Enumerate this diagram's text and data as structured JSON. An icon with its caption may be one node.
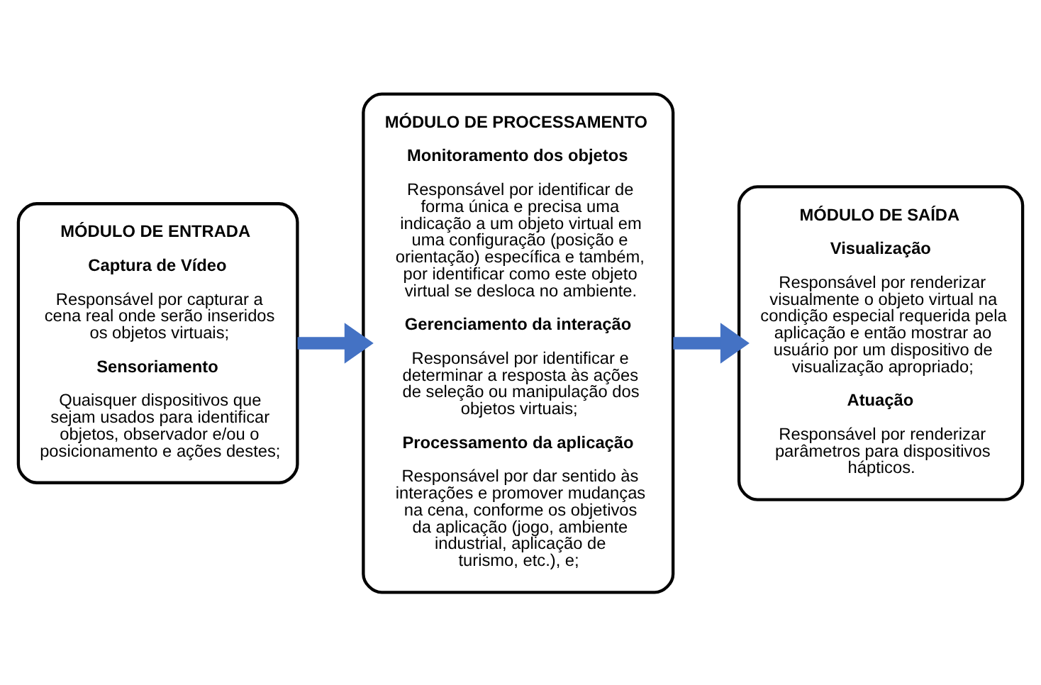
{
  "diagram": {
    "nodes": [
      {
        "text": [
          "MÓDULO DE ENTRADA",
          "Captura de Vídeo",
          "Responsável por capturar a cena real onde serão inseridos os objetos virtuais;",
          "Sensoriamento",
          "Quaisquer dispositivos que sejam usados para identificar objetos, observador e/ou o posicionamento e ações destes;"
        ]
      },
      {
        "text": [
          "MÓDULO DE PROCESSAMENTO",
          "Monitoramento dos objetos",
          "Responsável por identificar de forma única e precisa uma indicação a um objeto virtual em uma configuração (posição e orientação) específica e também, por identificar como este objeto virtual se desloca no ambiente.",
          "Gerenciamento da interação",
          "Responsável por identificar e determinar a resposta às ações de seleção ou manipulação dos objetos virtuais;",
          "Processamento da aplicação",
          "Responsável por dar sentido às interações e promover mudanças na cena, conforme os objetivos da aplicação (jogo, ambiente industrial, aplicação de turismo, etc.), e;"
        ]
      },
      {
        "text": [
          "MÓDULO DE SAÍDA",
          "Visualização",
          "Responsável por renderizar visualmente o objeto virtual na condição especial requerida pela aplicação e então mostrar ao usuário por um dispositivo de visualização apropriado;",
          "Atuação",
          "Responsável por renderizar parâmetros para dispositivos hápticos."
        ]
      }
    ],
    "edges": [
      {
        "from": 0,
        "to": 1,
        "arrow": "to"
      },
      {
        "from": 1,
        "to": 2,
        "arrow": "to"
      }
    ]
  }
}
